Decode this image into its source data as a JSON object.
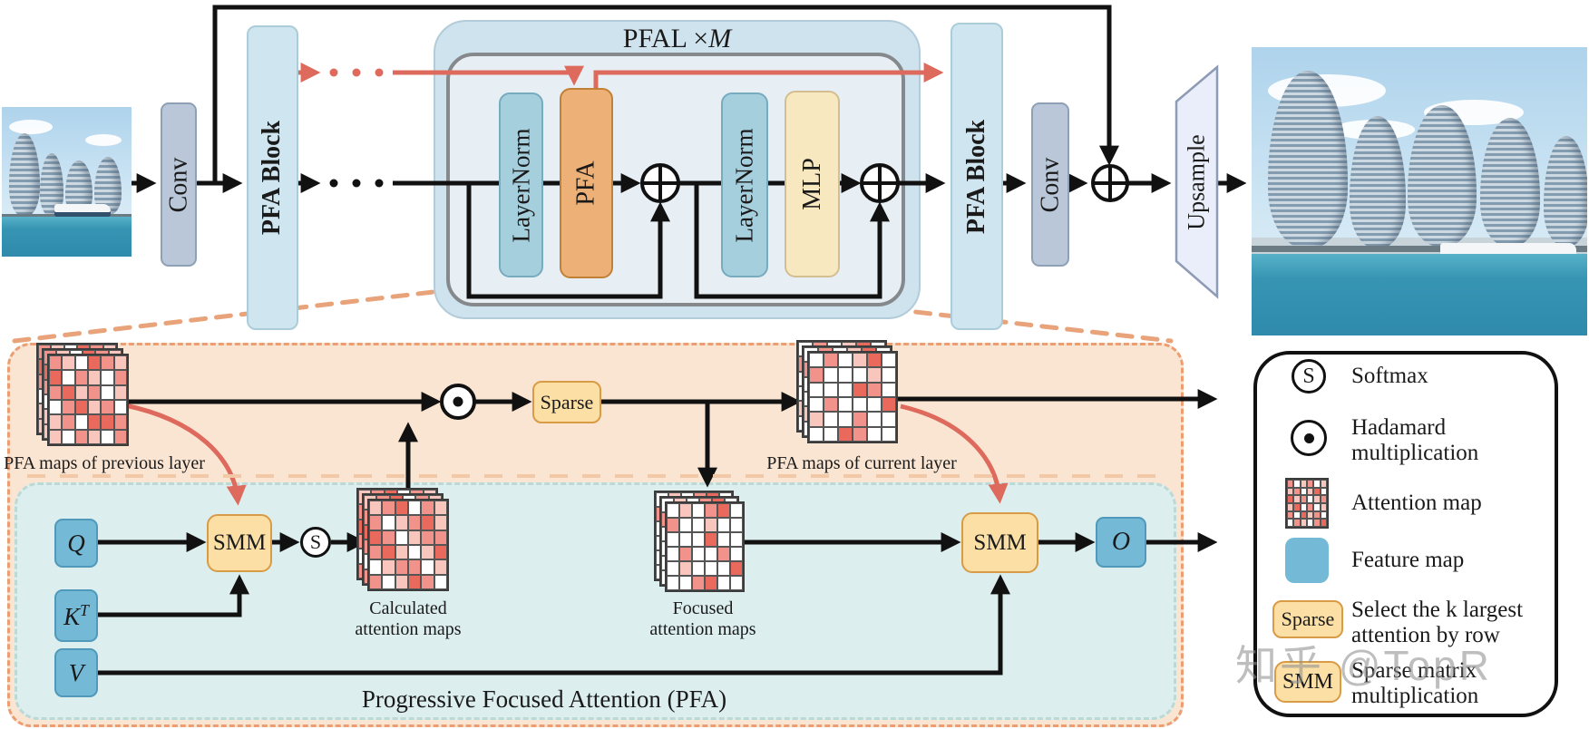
{
  "top_flow": {
    "conv1": "Conv",
    "pfa_block1": "PFA Block",
    "pfal_title_main": "PFAL",
    "pfal_title_times": "×",
    "pfal_title_m": "M",
    "layernorm1": "LayerNorm",
    "pfa": "PFA",
    "layernorm2": "LayerNorm",
    "mlp": "MLP",
    "pfa_block2": "PFA Block",
    "conv2": "Conv",
    "upsample": "Upsample"
  },
  "pfa_panel": {
    "prev_maps_label": "PFA maps of previous layer",
    "current_maps_label": "PFA maps of current layer",
    "calculated_line1": "Calculated",
    "calculated_line2": "attention maps",
    "focused_line1": "Focused",
    "focused_line2": "attention maps",
    "sparse": "Sparse",
    "smm1": "SMM",
    "smm2": "SMM",
    "softmax_s": "S",
    "q": "Q",
    "k": "K",
    "k_sup": "T",
    "v": "V",
    "o": "O",
    "caption": "Progressive Focused Attention (PFA)"
  },
  "legend": {
    "softmax_symbol": "S",
    "softmax_label": "Softmax",
    "hadamard_line1": "Hadamard",
    "hadamard_line2": "multiplication",
    "attention_map_label": "Attention map",
    "feature_map_label": "Feature map",
    "sparse_box": "Sparse",
    "sparse_line1": "Select the k largest",
    "sparse_line2": "attention by row",
    "smm_box": "SMM",
    "smm_line1": "Sparse matrix",
    "smm_line2": "multiplication"
  },
  "watermark": "知乎 @TopR",
  "colors": {
    "accent_red": "#dd6a5c",
    "dashed_orange": "#e9a37b",
    "panel_orange_bg": "#fae5d2",
    "panel_teal_bg": "#dceeee",
    "pfa_orange": "#edb077",
    "feature_blue": "#74b9d6",
    "op_yellow": "#fbdfa5"
  },
  "grid_colors": {
    "0": "#ffffff",
    "1": "#f8c6bd",
    "2": "#f1938a",
    "3": "#e96a5c"
  },
  "grids": {
    "prev": [
      "210321",
      "302102",
      "231201",
      "023120",
      "120332",
      "102102"
    ],
    "calculated": [
      "123021",
      "201231",
      "320122",
      "231013",
      "012201",
      "201320"
    ],
    "focused": [
      "010230",
      "200100",
      "000300",
      "020020",
      "010003",
      "002300"
    ],
    "current": [
      "020130",
      "200010",
      "000320",
      "020003",
      "100200",
      "003200"
    ],
    "legend": [
      "201201",
      "120130",
      "312012",
      "130201",
      "203120",
      "021023"
    ]
  }
}
